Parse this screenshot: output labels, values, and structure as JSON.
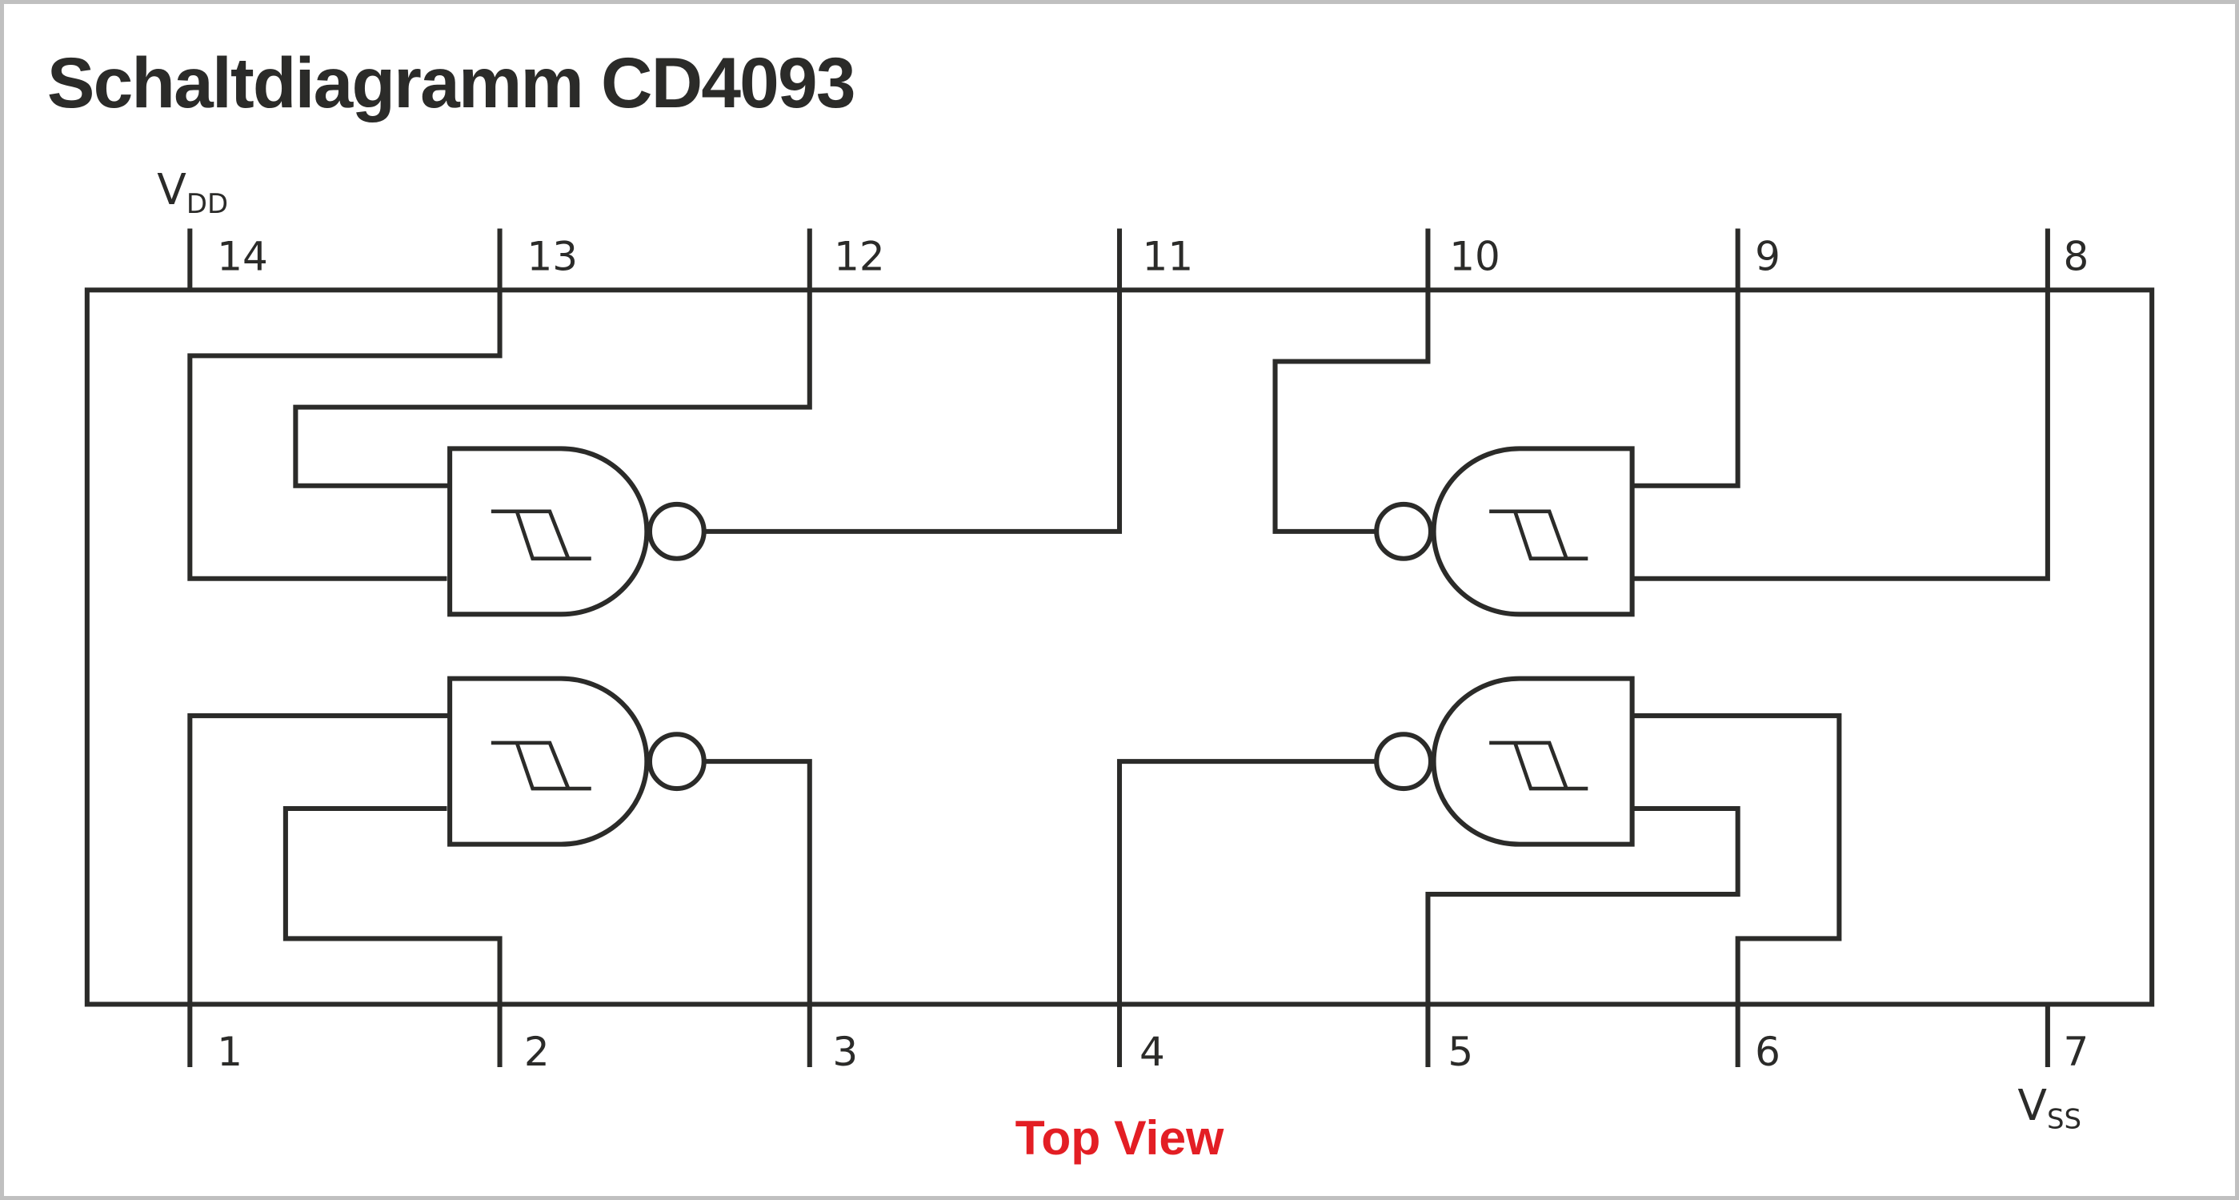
{
  "title": "Schaltdiagramm CD4093",
  "supply": {
    "vdd": {
      "main": "V",
      "sub": "DD",
      "pin": "14"
    },
    "vss": {
      "main": "V",
      "sub": "SS",
      "pin": "7"
    }
  },
  "view_label": "Top View",
  "colors": {
    "line": "#2b2b29",
    "accent_red": "#e31e24",
    "border": "#c0c0c0"
  },
  "pins": {
    "top": [
      {
        "number": "14"
      },
      {
        "number": "13"
      },
      {
        "number": "12"
      },
      {
        "number": "11"
      },
      {
        "number": "10"
      },
      {
        "number": "9"
      },
      {
        "number": "8"
      }
    ],
    "bottom": [
      {
        "number": "1"
      },
      {
        "number": "2"
      },
      {
        "number": "3"
      },
      {
        "number": "4"
      },
      {
        "number": "5"
      },
      {
        "number": "6"
      },
      {
        "number": "7"
      }
    ]
  },
  "gates": [
    {
      "name": "gate-a",
      "type": "Schmitt-trigger NAND",
      "inputs": [
        "12",
        "13"
      ],
      "output": "11"
    },
    {
      "name": "gate-b",
      "type": "Schmitt-trigger NAND",
      "inputs": [
        "9",
        "8"
      ],
      "output": "10"
    },
    {
      "name": "gate-c",
      "type": "Schmitt-trigger NAND",
      "inputs": [
        "1",
        "2"
      ],
      "output": "3"
    },
    {
      "name": "gate-d",
      "type": "Schmitt-trigger NAND",
      "inputs": [
        "6",
        "5"
      ],
      "output": "4"
    }
  ]
}
